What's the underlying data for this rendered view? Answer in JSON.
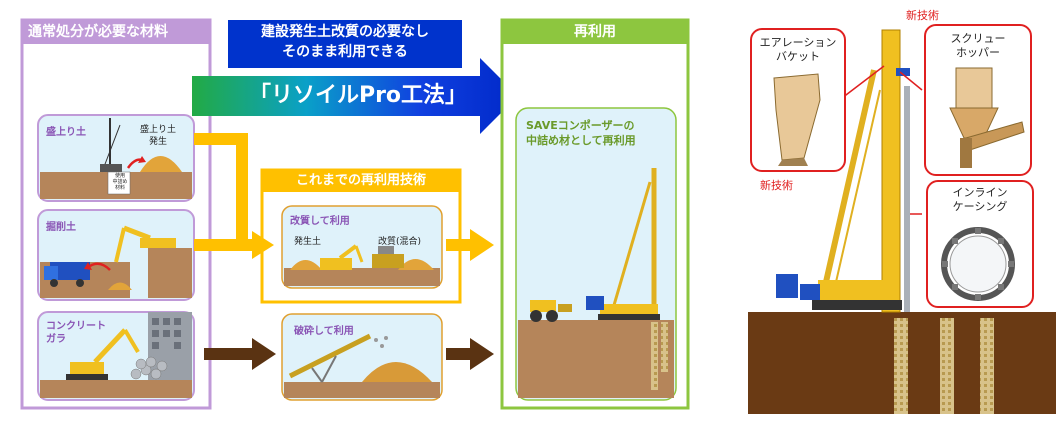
{
  "left_column": {
    "header": "通常処分が必要な材料",
    "panels": [
      {
        "title": "盛上り土",
        "label": "盛上り土\n発生",
        "small_label": "使用\n中詰め\n材料"
      },
      {
        "title": "掘削土"
      },
      {
        "title": "コンクリート\nガラ"
      }
    ]
  },
  "banner": {
    "top_text": "建設発生土改質の必要なし\nそのまま利用できる",
    "arrow_text": "「リソイルPro工法」"
  },
  "middle": {
    "header": "これまでの再利用技術",
    "panel1": {
      "title": "改質して利用",
      "label_left": "発生土",
      "label_right": "改質(混合)"
    },
    "panel2": {
      "title": "破砕して利用"
    }
  },
  "right_column": {
    "header": "再利用",
    "panel_text": "SAVEコンポーザーの\n中詰め材として再利用"
  },
  "machine": {
    "top_label": "新技術",
    "left_label": "新技術",
    "callouts": [
      {
        "label": "エアレーション\nバケット"
      },
      {
        "label": "スクリュー\nホッパー"
      },
      {
        "label": "インライン\nケーシング"
      }
    ]
  },
  "colors": {
    "purple": "#c09ad8",
    "purple_text": "#8a55b5",
    "yellow": "#ffc000",
    "green": "#8dc63f",
    "brown": "#5a3312",
    "blue": "#0033cc",
    "red": "#e02020"
  }
}
